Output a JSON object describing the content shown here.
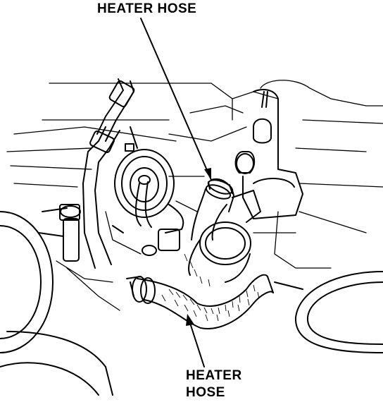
{
  "labels": {
    "top": "HEATER HOSE",
    "bottom_line1": "HEATER",
    "bottom_line2": "HOSE"
  }
}
